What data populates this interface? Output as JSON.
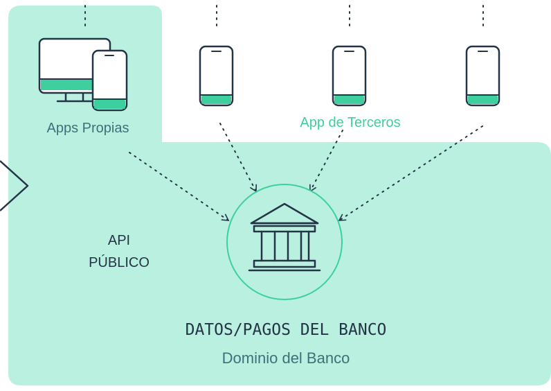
{
  "labels": {
    "own_apps": "Apps Propias",
    "third_party_apps": "App de Terceros",
    "api_line1": "API",
    "api_line2": "PÚBLICO",
    "bank_data": "DATOS/PAGOS DEL BANCO",
    "bank_domain": "Dominio del Banco"
  },
  "colors": {
    "region_fill": "#b9f0df",
    "accent": "#3ecf9f",
    "ink": "#243447",
    "third_party_text": "#3ecf9f",
    "domain_text": "#3f6f7a"
  },
  "icons": {
    "own_app_devices": "monitor-and-phone-icon",
    "third_party_device": "phone-icon",
    "bank": "bank-building-icon",
    "entry": "arrow-right-icon"
  }
}
